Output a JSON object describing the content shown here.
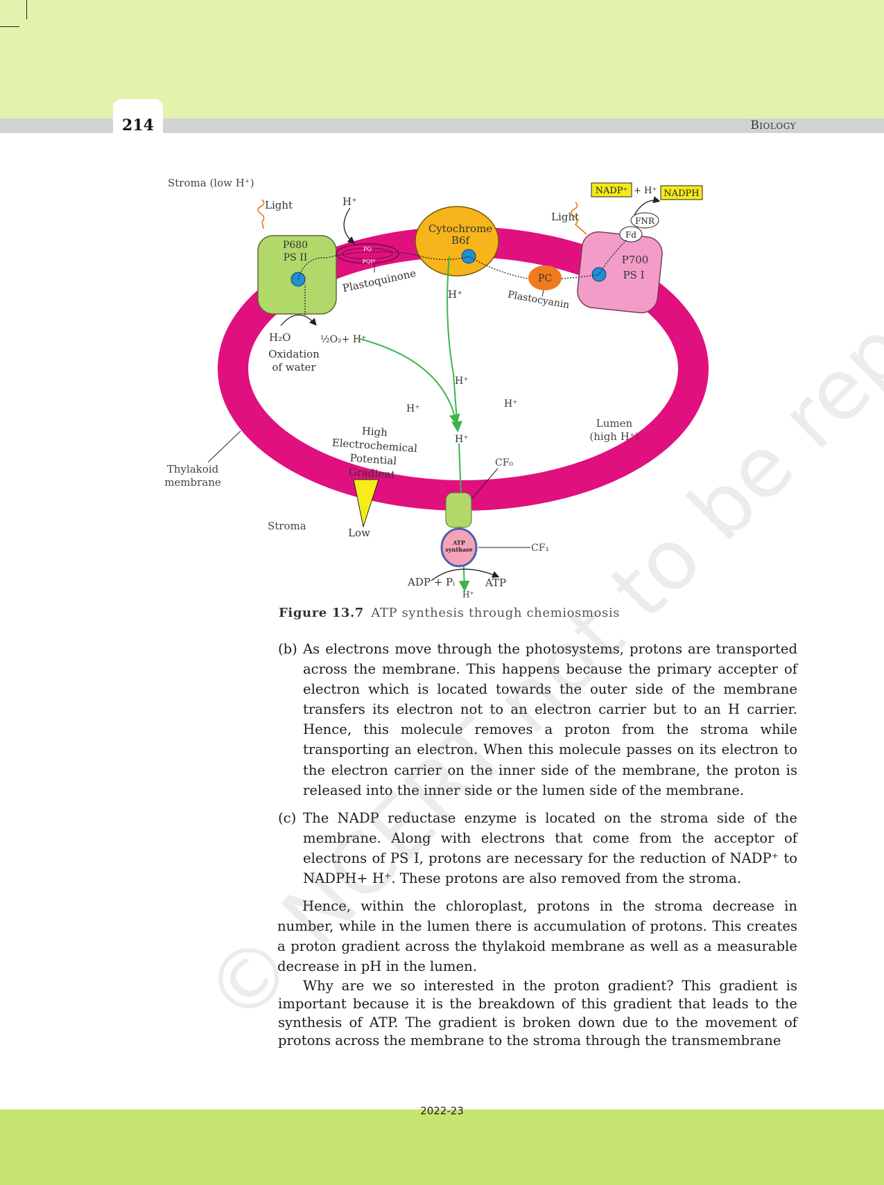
{
  "header": {
    "page_number": "214",
    "running_head": "Biology"
  },
  "figure": {
    "labels": {
      "stroma_low": "Stroma (low H⁺)",
      "light_left": "Light",
      "light_right": "Light",
      "h_plus_top": "H⁺",
      "p680": "P680",
      "ps2": "PS II",
      "cytochrome": "Cytochrome",
      "b6f": "B6f",
      "pq": "PQ",
      "pqh": "PQH",
      "plastoquinone": "Plastoquinone",
      "h_plus_cyt": "H⁺",
      "pc": "PC",
      "plastocyanin": "Plastocyanin",
      "p700": "P700",
      "ps1": "PS I",
      "fnr": "FNR",
      "fd": "Fd",
      "nadp": "NADP⁺",
      "plus_h": "+ H⁺",
      "nadph": "NADPH",
      "h2o": "H₂O",
      "half_o2": "½O₂+ H⁺",
      "oxidation1": "Oxidation",
      "oxidation2": "of water",
      "h_mid1": "H⁺",
      "h_mid2": "H⁺",
      "h_mid3": "H⁺",
      "h_mid4": "H⁺",
      "lumen1": "Lumen",
      "lumen2": "(high H⁺)",
      "gradient1": "High",
      "gradient2": "Electrochemical",
      "gradient3": "Potential",
      "gradient4": "Gradient",
      "low": "Low",
      "thylakoid1": "Thylakoid",
      "thylakoid2": "membrane",
      "stroma_bottom": "Stroma",
      "cf0": "CF₀",
      "cf1": "CF₁",
      "atp_synthase1": "ATP",
      "atp_synthase2": "synthase",
      "adp": "ADP + Pᵢ",
      "atp": "ATP",
      "h_bottom": "H⁺"
    },
    "caption_number": "Figure 13.7",
    "caption_text": "ATP synthesis through chemiosmosis"
  },
  "colors": {
    "membrane": "#e0107f",
    "ps2": "#b2d86a",
    "cytochrome": "#f6b51a",
    "ps1": "#f39cc8",
    "pc": "#f07a1e",
    "electron": "#1f8fd6",
    "proton_path": "#3bb54a",
    "nadp_box": "#f5e91a"
  },
  "body": {
    "item_b_label": "(b)",
    "item_b_text": "As electrons move through the photosystems, protons are transported across the membrane. This happens because the primary accepter of electron which is located towards the outer side of the membrane transfers its electron not to an electron carrier but to an H carrier. Hence, this molecule removes a proton from the stroma while transporting an electron. When this molecule passes on its electron to the electron carrier on the inner side of the membrane, the proton is released into the inner side or the lumen side of the membrane.",
    "item_c_label": "(c)",
    "item_c_text": "The NADP reductase enzyme is located on the stroma side of the membrane. Along with electrons that come from the acceptor of electrons of PS I, protons are necessary for the reduction of NADP⁺ to NADPH+ H⁺. These protons are also removed from the stroma.",
    "para1": "Hence, within the chloroplast, protons in the stroma decrease in number, while in the lumen there is accumulation of protons. This creates a proton gradient across the thylakoid membrane as well as a measurable decrease in pH in the lumen.",
    "para2": "Why are we so interested in the proton gradient? This gradient is important because it is the breakdown of this gradient that leads to the synthesis of ATP. The gradient is broken down due to the movement of protons across the membrane to the stroma through the transmembrane"
  },
  "watermark": "© NCERT not to be republished",
  "footer": {
    "year": "2022-23"
  }
}
